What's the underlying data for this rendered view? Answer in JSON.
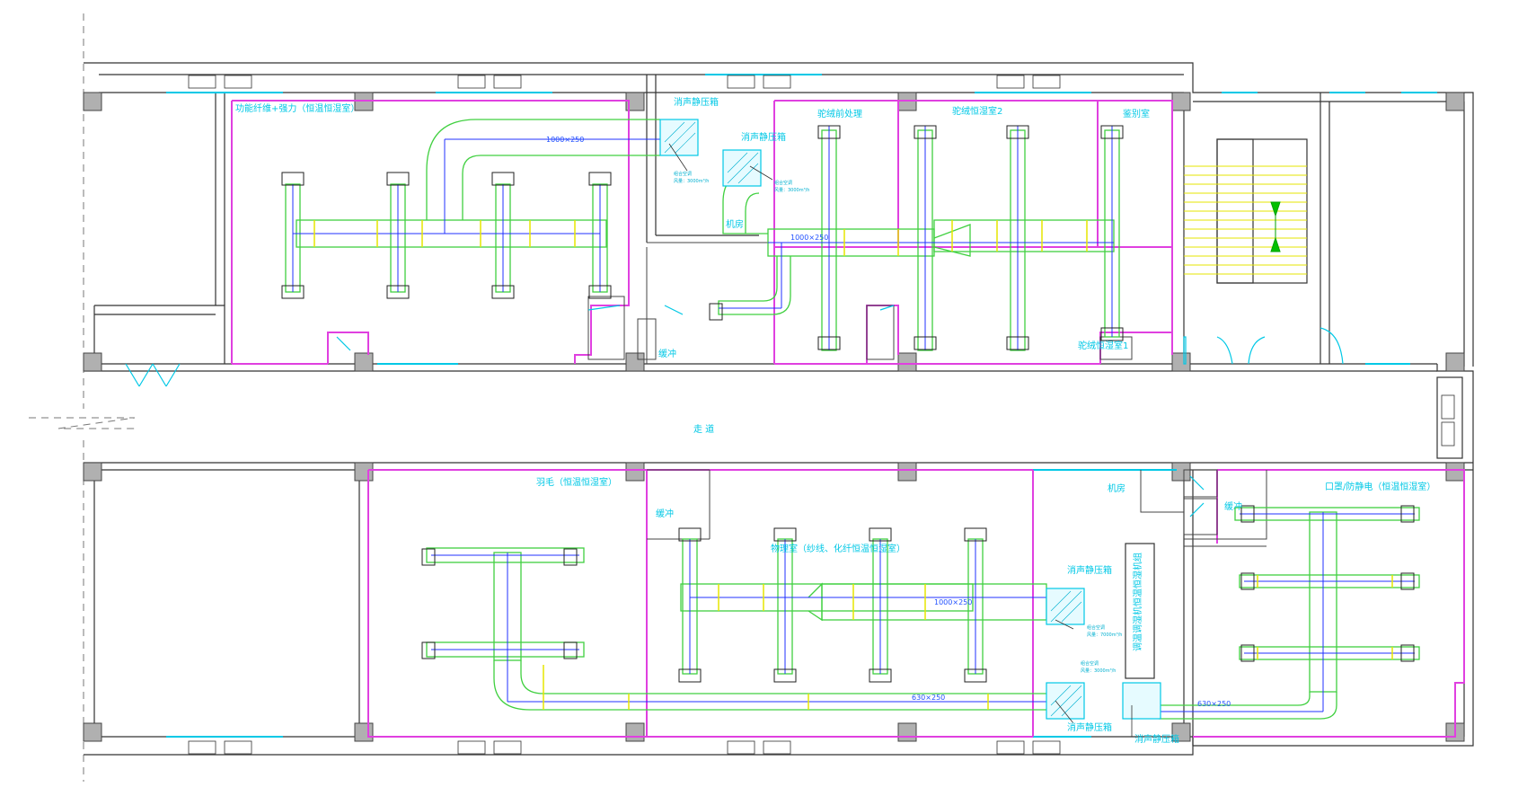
{
  "corridor_label": "走  道",
  "rooms": {
    "r1": "功能纤维+强力（恒温恒湿室）",
    "r2": "驼绒前处理",
    "r3": "驼绒恒湿室2",
    "r4": "鉴别室",
    "r5": "驼绒恒湿室1",
    "r6": "机房",
    "r7": "缓冲",
    "r8": "羽毛（恒温恒湿室）",
    "r9": "缓冲",
    "r10": "物理室（纱线、化纤恒温恒湿室）",
    "r11": "机房",
    "r12": "缓冲",
    "r13": "口罩/防静电（恒温恒湿室）"
  },
  "equipment": {
    "box1": "消声静压箱",
    "box2": "消声静压箱",
    "box3": "消声静压箱",
    "box4": "消声静压箱",
    "box5": "消声静压箱",
    "unit": "调温调湿机恒温恒湿机组"
  },
  "ducts": {
    "d1": "1000×250",
    "d2": "1000×250",
    "d3": "1000×250",
    "d4": "630×250",
    "d5": "630×250"
  },
  "notes": {
    "n1a": "组合空调",
    "n1b": "风量：3000m³/h",
    "n2a": "组合空调",
    "n2b": "风量：3000m³/h",
    "n3a": "组合空调",
    "n3b": "风量：7000m³/h",
    "n4a": "组合空调",
    "n4b": "风量：3000m³/h"
  }
}
